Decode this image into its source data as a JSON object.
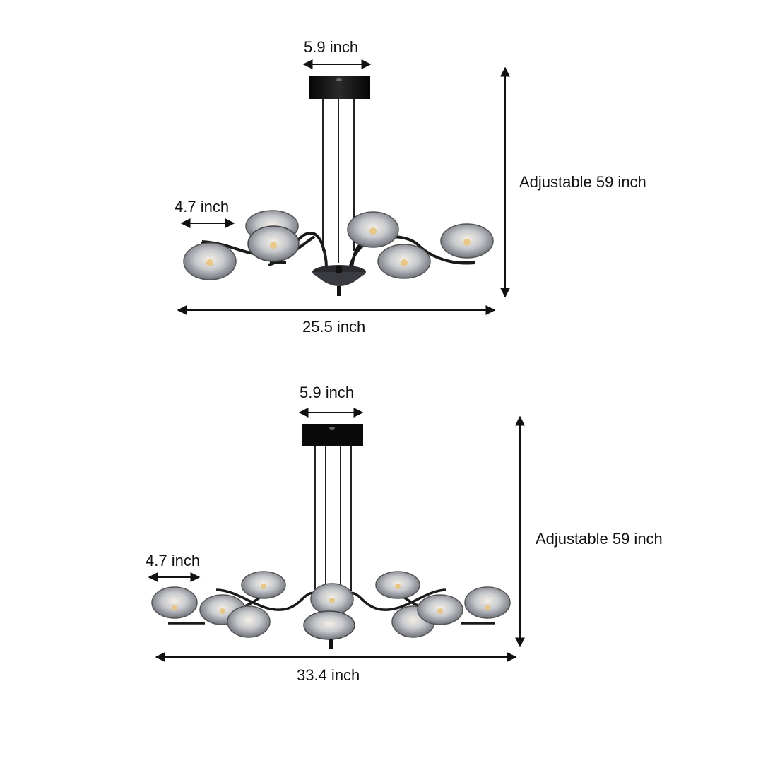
{
  "diagrams": [
    {
      "id": "top",
      "variant": "6-light chandelier",
      "dimensions": {
        "canopy_width": "5.9 inch",
        "shade_width": "4.7 inch",
        "overall_width": "25.5 inch",
        "height": "Adjustable 59 inch"
      }
    },
    {
      "id": "bottom",
      "variant": "10-light chandelier",
      "dimensions": {
        "canopy_width": "5.9 inch",
        "shade_width": "4.7 inch",
        "overall_width": "33.4 inch",
        "height": "Adjustable 59 inch"
      }
    }
  ],
  "colors": {
    "background": "#ffffff",
    "text": "#111111",
    "arrow": "#111111",
    "frame": "#1a1a1a",
    "glass": "#b9bcc2",
    "glow": "#e8c27a"
  }
}
